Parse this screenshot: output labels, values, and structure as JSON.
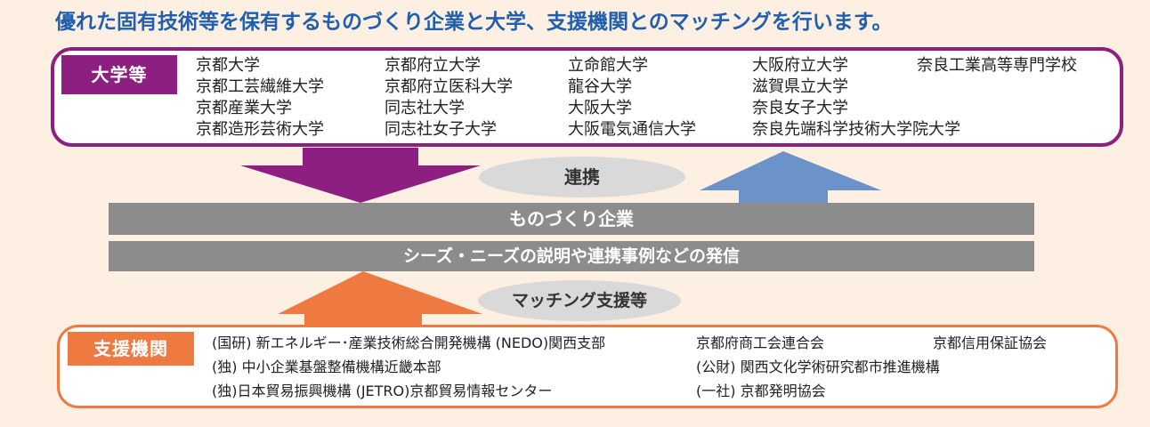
{
  "headline": "優れた固有技術等を保有するものづくり企業と大学、支援機関とのマッチングを行います。",
  "universities": {
    "label": "大学等",
    "columns": [
      [
        "京都大学",
        "京都工芸繊維大学",
        "京都産業大学",
        "京都造形芸術大学"
      ],
      [
        "京都府立大学",
        "京都府立医科大学",
        "同志社大学",
        "同志社女子大学"
      ],
      [
        "立命館大学",
        "龍谷大学",
        "大阪大学",
        "大阪電気通信大学"
      ],
      [
        "大阪府立大学",
        "滋賀県立大学",
        "奈良女子大学",
        "奈良先端科学技術大学院大学"
      ],
      [
        "奈良工業高等専門学校"
      ]
    ],
    "color": "#8c1f7f"
  },
  "renkei_label": "連携",
  "companies_label": "ものづくり企業",
  "communication_label": "シーズ・ニーズの説明や連携事例などの発信",
  "matching_label": "マッチング支援等",
  "support": {
    "label": "支援機関",
    "columns": [
      [
        "(国研) 新エネルギー･産業技術総合開発機構 (NEDO)関西支部",
        "(独) 中小企業基盤整備機構近畿本部",
        "(独)日本貿易振興機構 (JETRO)京都貿易情報センター"
      ],
      [
        "京都府商工会連合会",
        "(公財) 関西文化学術研究都市推進機構",
        "(一社) 京都発明協会"
      ],
      [
        "京都信用保証協会"
      ]
    ],
    "color": "#ee7a42"
  },
  "arrow_colors": {
    "down": "#8c1f7f",
    "up": "#6b93c9",
    "support_up": "#ee7a42"
  }
}
